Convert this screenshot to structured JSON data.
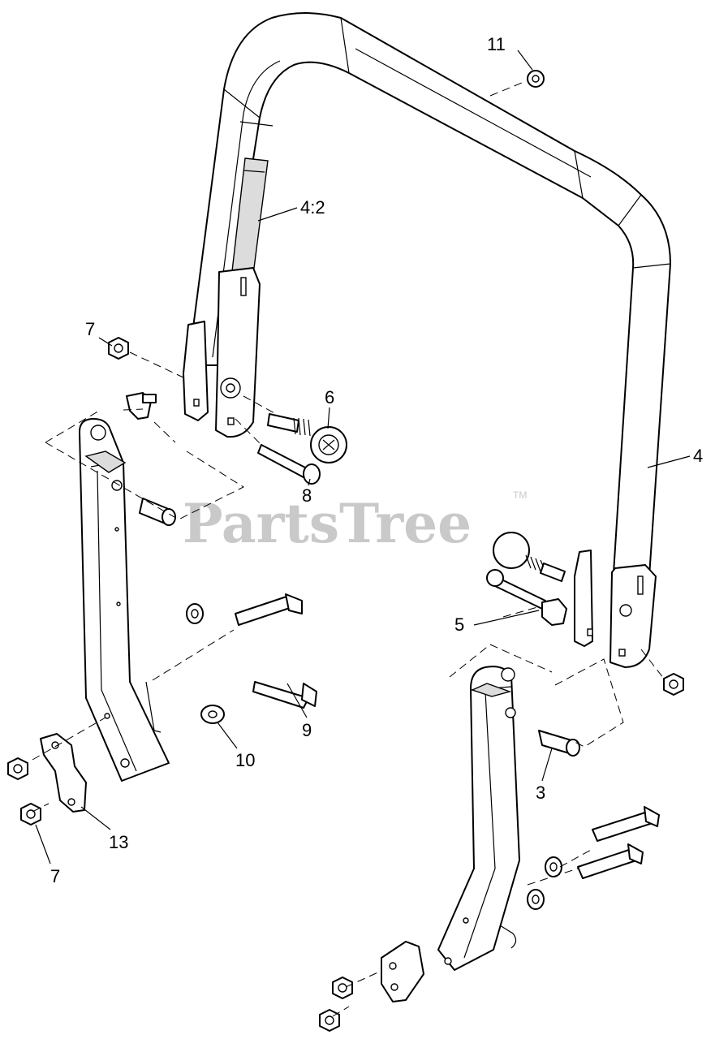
{
  "watermark": {
    "brand": "PartsTree",
    "trademark": "TM"
  },
  "callouts": [
    {
      "id": "11",
      "label": "11"
    },
    {
      "id": "4-2",
      "label": "4:2"
    },
    {
      "id": "7-top",
      "label": "7"
    },
    {
      "id": "6",
      "label": "6"
    },
    {
      "id": "4",
      "label": "4"
    },
    {
      "id": "8",
      "label": "8"
    },
    {
      "id": "5",
      "label": "5"
    },
    {
      "id": "9",
      "label": "9"
    },
    {
      "id": "10",
      "label": "10"
    },
    {
      "id": "3",
      "label": "3"
    },
    {
      "id": "13",
      "label": "13"
    },
    {
      "id": "7-bottom",
      "label": "7"
    }
  ]
}
